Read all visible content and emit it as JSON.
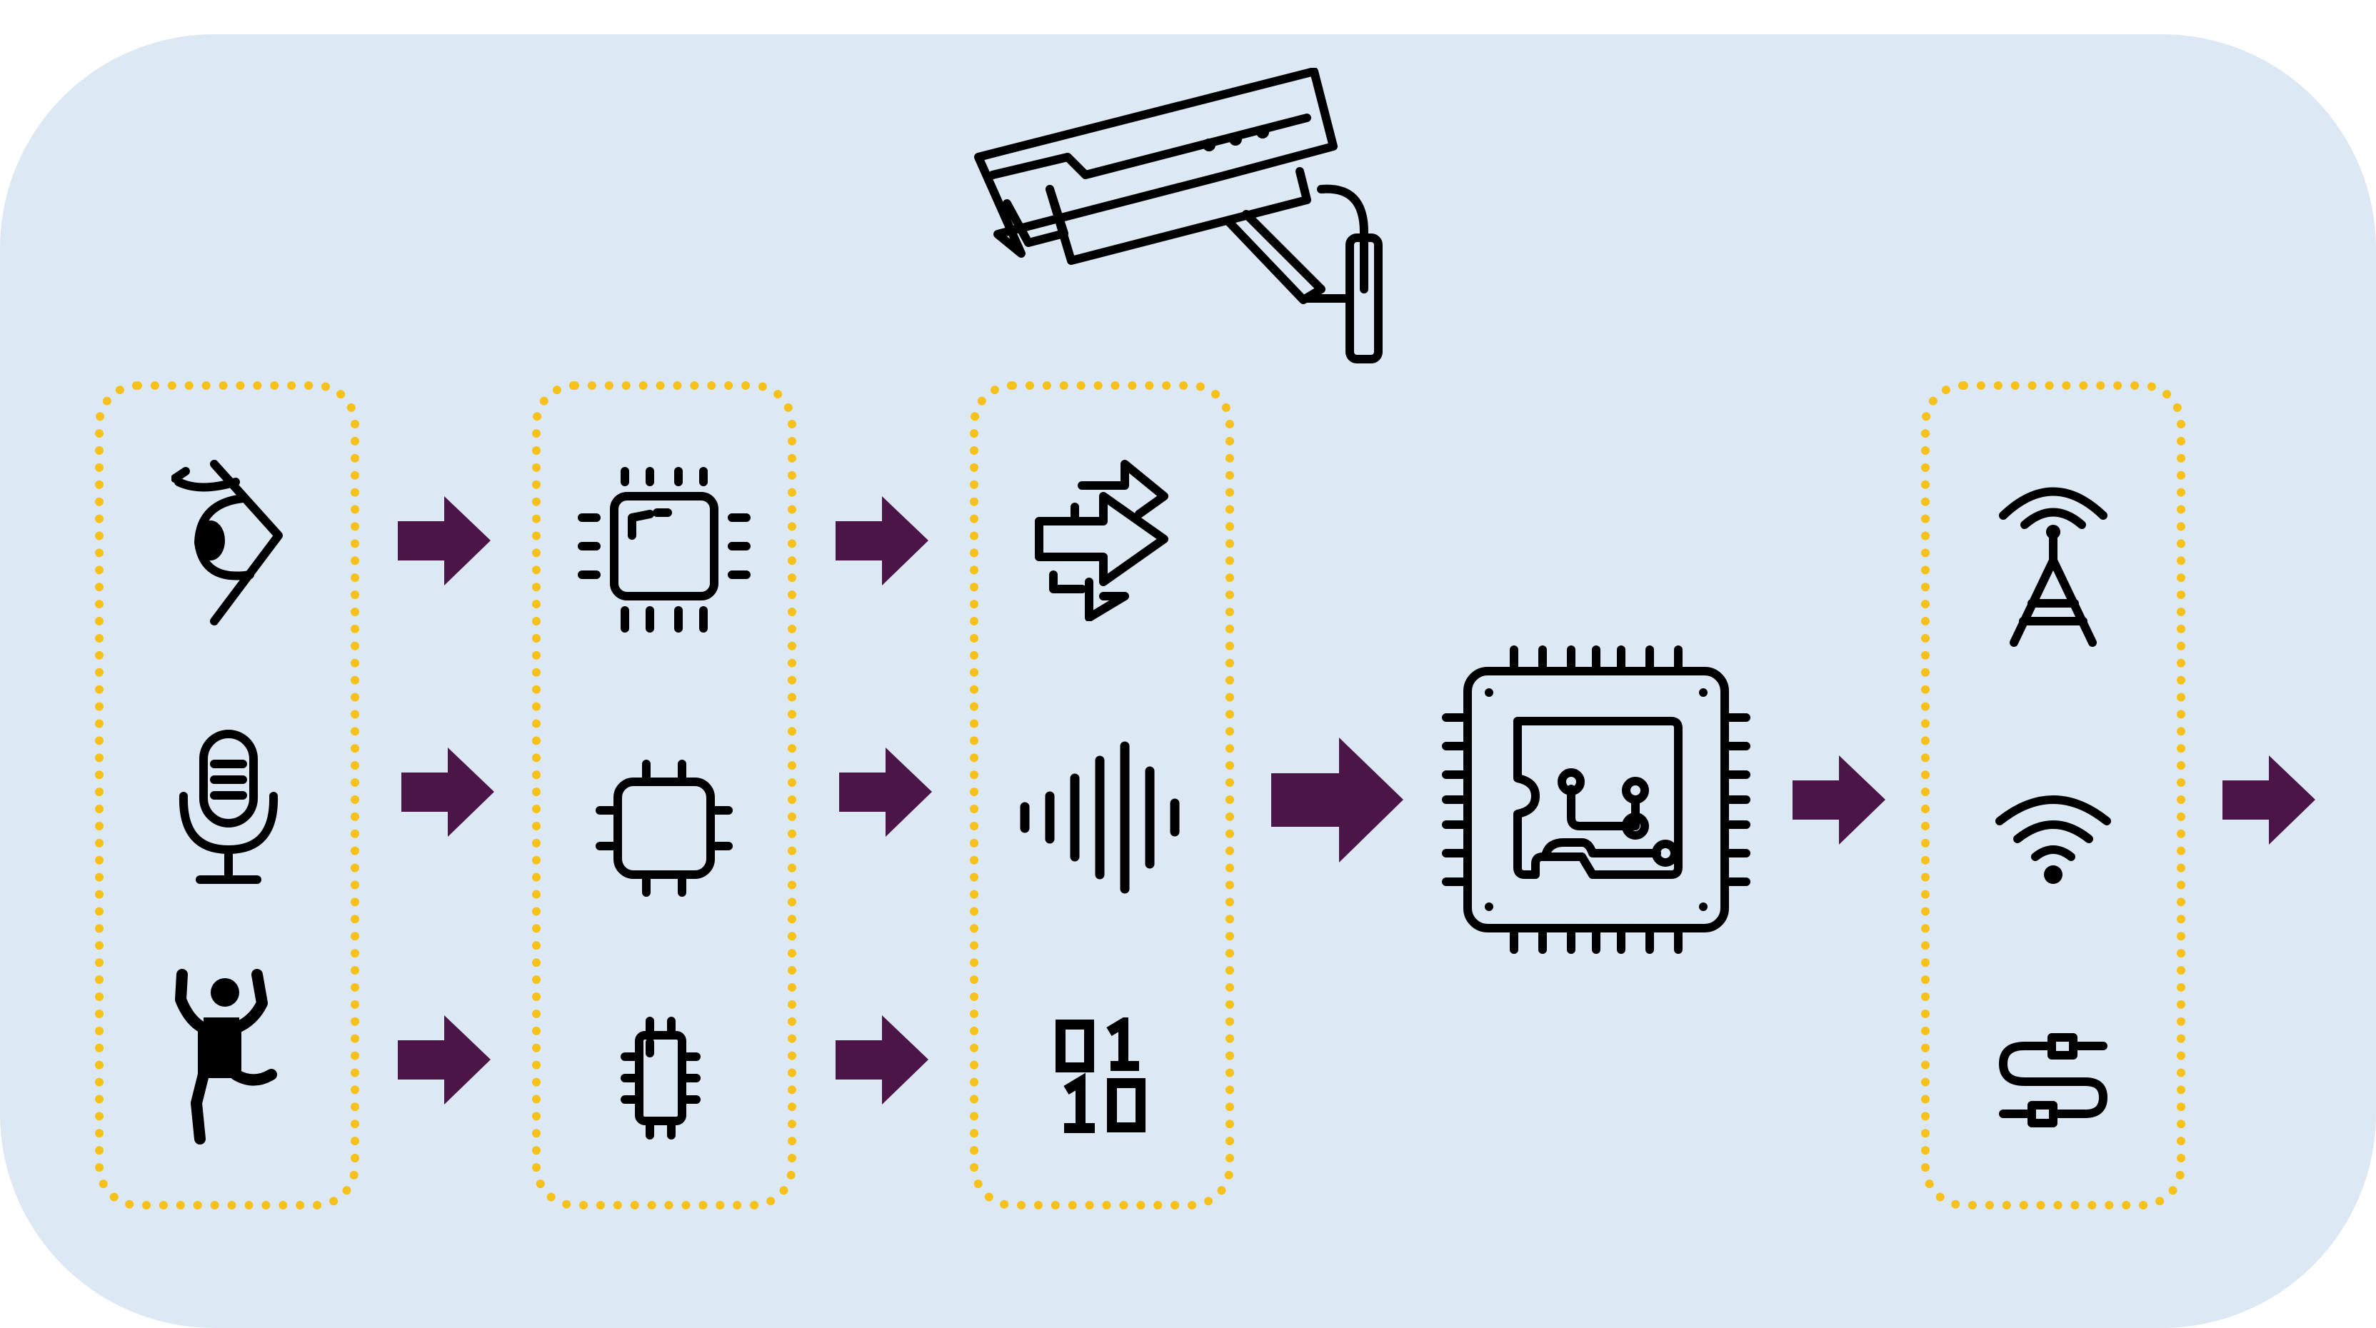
{
  "colors": {
    "panel": "#dce8f4",
    "group_border": "#f6c11b",
    "arrow": "#4b1548",
    "icon": "#000000"
  },
  "camera": {
    "icon": "security-camera-icon"
  },
  "groups": [
    {
      "name": "sensing-inputs",
      "icons": [
        "eye-icon",
        "microphone-icon",
        "person-motion-icon"
      ]
    },
    {
      "name": "microcontrollers",
      "icons": [
        "large-chip-icon",
        "medium-chip-icon",
        "small-chip-icon"
      ]
    },
    {
      "name": "data-types",
      "icons": [
        "data-stream-arrows-icon",
        "audio-waveform-icon",
        "binary-data-icon"
      ]
    },
    {
      "name": "communication",
      "icons": [
        "radio-tower-icon",
        "wifi-icon",
        "wired-cable-icon"
      ]
    }
  ],
  "center": {
    "icon": "processor-board-icon"
  }
}
